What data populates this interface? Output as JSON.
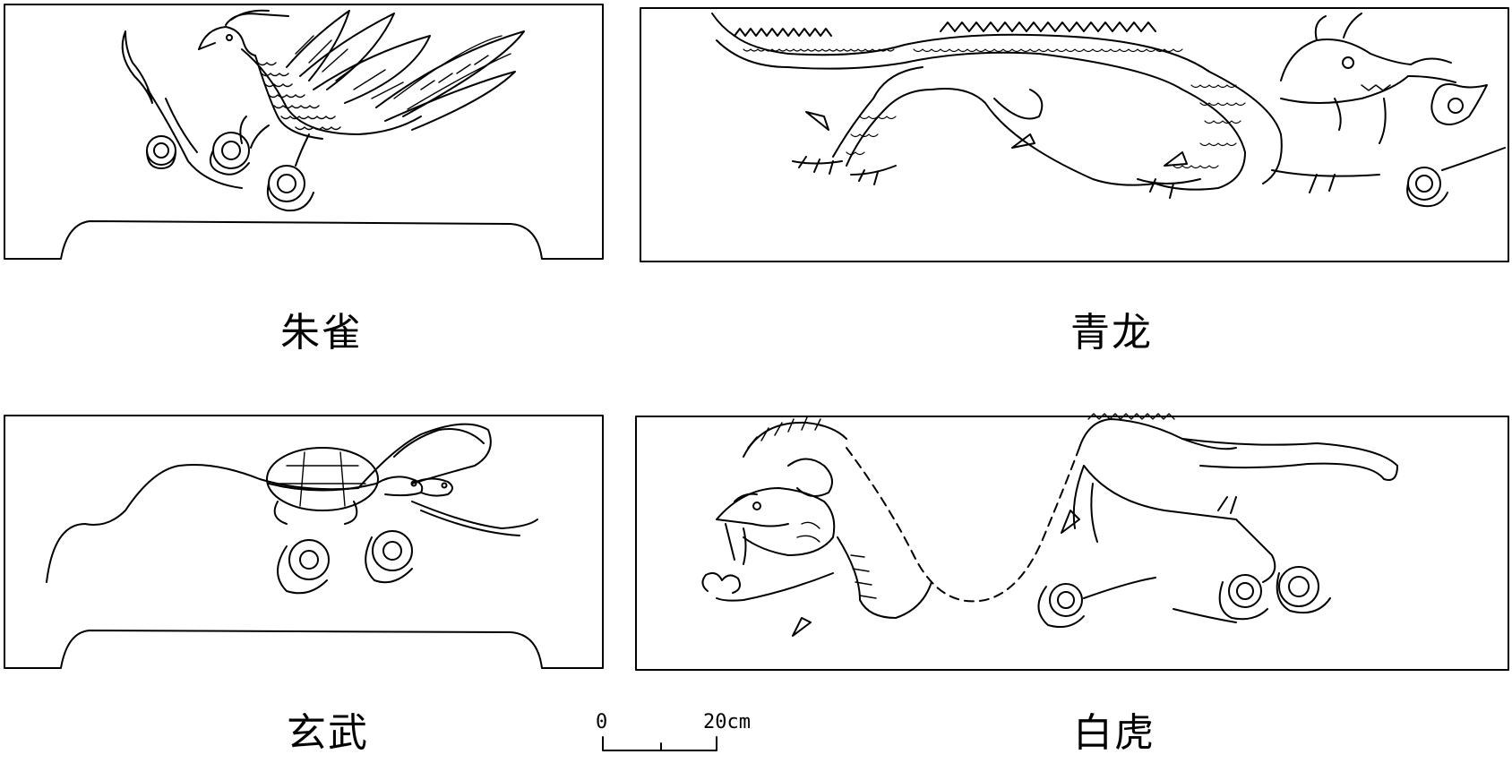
{
  "panels": [
    {
      "id": "zhuque",
      "caption": "朱雀",
      "subject": "phoenix-icon"
    },
    {
      "id": "qinglong",
      "caption": "青龙",
      "subject": "dragon-icon"
    },
    {
      "id": "xuanwu",
      "caption": "玄武",
      "subject": "turtle-snake-icon"
    },
    {
      "id": "baihu",
      "caption": "白虎",
      "subject": "tiger-icon"
    }
  ],
  "scale_bar": {
    "zero": "0",
    "max": "20",
    "unit": "cm"
  },
  "colors": {
    "ink": "#000000",
    "paper": "#ffffff"
  }
}
